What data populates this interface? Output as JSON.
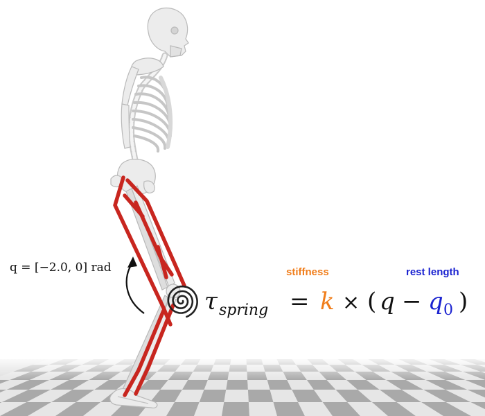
{
  "range_label": {
    "text": "q = [−2.0, 0] rad"
  },
  "equation": {
    "tau": "τ",
    "subscript": "spring",
    "equals": "=",
    "k": "k",
    "times": "×",
    "open_paren": "(",
    "q": "q",
    "minus": "−",
    "q0": "q",
    "q0_sub": "0",
    "close_paren": ")"
  },
  "annotations": {
    "stiffness": "stiffness",
    "rest_length": "rest length"
  },
  "colors": {
    "stiffness": "#f07d1a",
    "rest_length": "#1a22d0",
    "muscle": "#c8261f",
    "bone": "#e9e9e9",
    "bone_outline": "#b9b9b9",
    "floor_light": "#e6e6e6",
    "floor_dark": "#a9a9a9"
  }
}
